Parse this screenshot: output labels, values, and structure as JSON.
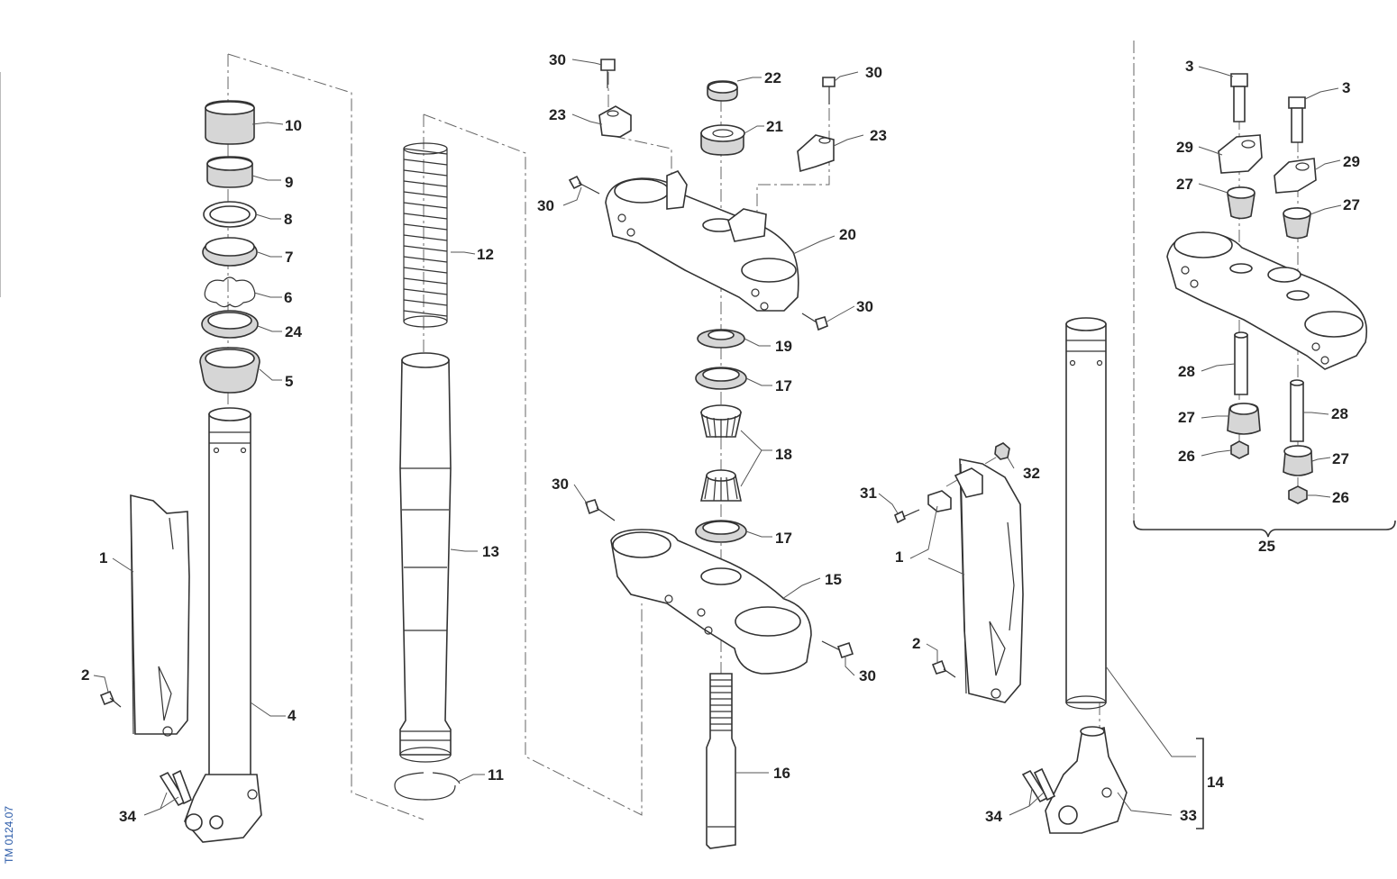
{
  "document_code": "TM 0124.07",
  "callouts": {
    "c1a": "1",
    "c1b": "1",
    "c2a": "2",
    "c2b": "2",
    "c3a": "3",
    "c3b": "3",
    "c4": "4",
    "c5": "5",
    "c6": "6",
    "c7": "7",
    "c8": "8",
    "c9": "9",
    "c10": "10",
    "c11": "11",
    "c12": "12",
    "c13": "13",
    "c14": "14",
    "c15": "15",
    "c16": "16",
    "c17a": "17",
    "c17b": "17",
    "c18": "18",
    "c19": "19",
    "c20": "20",
    "c21": "21",
    "c22": "22",
    "c23a": "23",
    "c23b": "23",
    "c24": "24",
    "c25": "25",
    "c26a": "26",
    "c26b": "26",
    "c27a": "27",
    "c27b": "27",
    "c27c": "27",
    "c27d": "27",
    "c28a": "28",
    "c28b": "28",
    "c29a": "29",
    "c29b": "29",
    "c30a": "30",
    "c30b": "30",
    "c30c": "30",
    "c30d": "30",
    "c30e": "30",
    "c30f": "30",
    "c31": "31",
    "c32": "32",
    "c33": "33",
    "c34a": "34",
    "c34b": "34"
  }
}
